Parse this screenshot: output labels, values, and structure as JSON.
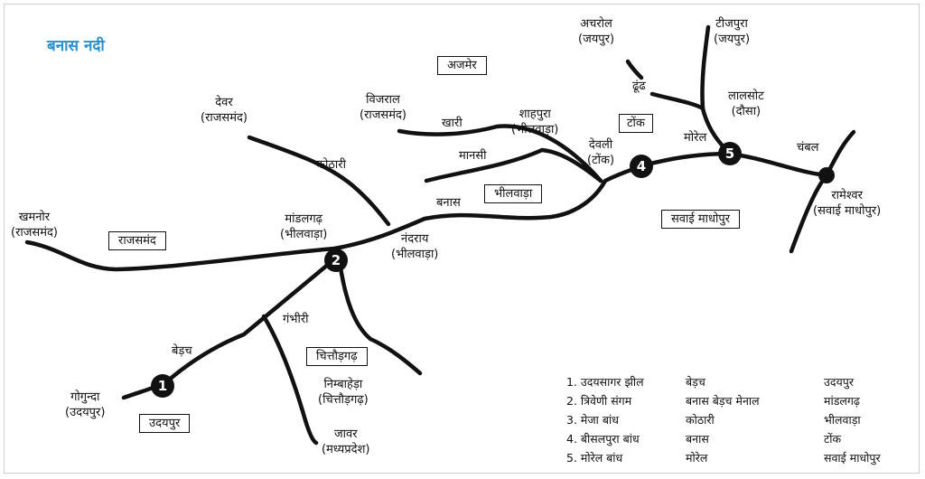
{
  "title": "बनास नदी",
  "regions": {
    "ajmer": "अजमेर",
    "tonk": "टोंक",
    "bhilwara": "भीलवाड़ा",
    "rajsamand": "राजसमंद",
    "sawai_madhopur": "सवाई माधोपुर",
    "chittorgarh": "चित्तौड़गढ़",
    "udaipur": "उदयपुर"
  },
  "places": {
    "achrol": [
      "अचरोल",
      "(जयपुर)"
    ],
    "tijpura": [
      "टीजपुरा",
      "(जयपुर)"
    ],
    "dhoondh": [
      "ढूंढ"
    ],
    "lalsot": [
      "लालसोट",
      "(दौसा)"
    ],
    "morel": [
      "मोरेल"
    ],
    "chambal": [
      "चंबल"
    ],
    "rameshwar": [
      "रामेश्वर",
      "(सवाई माधोपुर)"
    ],
    "deolee": [
      "देवली",
      "(टोंक)"
    ],
    "shahpura": [
      "शाहपुरा",
      "(भीलवाड़ा)"
    ],
    "vijral": [
      "विजराल",
      "(राजसमंद)"
    ],
    "khari": [
      "खारी"
    ],
    "mansi": [
      "मानसी"
    ],
    "banas_lbl": [
      "बनास"
    ],
    "devar": [
      "देवर",
      "(राजसमंद)"
    ],
    "kothari": [
      "कोठारी"
    ],
    "khamnor": [
      "खमनोर",
      "(राजसमंद)"
    ],
    "mandalgarh": [
      "मांडलगढ़",
      "(भीलवाड़ा)"
    ],
    "nandrai": [
      "नंदराय",
      "(भीलवाड़ा)"
    ],
    "gambhiri": [
      "गंभीरी"
    ],
    "bedach": [
      "बेड़च"
    ],
    "nimbahera": [
      "निम्बाहेड़ा",
      "(चित्तौड़गढ़)"
    ],
    "gogunda": [
      "गोगुन्दा",
      "(उदयपुर)"
    ],
    "jawar": [
      "जावर",
      "(मध्यप्रदेश)"
    ]
  },
  "markers": [
    "1",
    "2",
    "4",
    "5"
  ],
  "legend": [
    [
      "1. उदयसागर झील",
      "बेड़च",
      "उदयपुर"
    ],
    [
      "2. त्रिवेणी संगम",
      "बनास बेड़च मेनाल",
      "मांडलगढ़"
    ],
    [
      "3. मेजा बांध",
      "कोठारी",
      "भीलवाड़ा"
    ],
    [
      "4. बीसलपुरा बांध",
      "बनास",
      "टोंक"
    ],
    [
      "5. मोरेल बांध",
      "मोरेल",
      "सवाई माधोपुर"
    ]
  ]
}
